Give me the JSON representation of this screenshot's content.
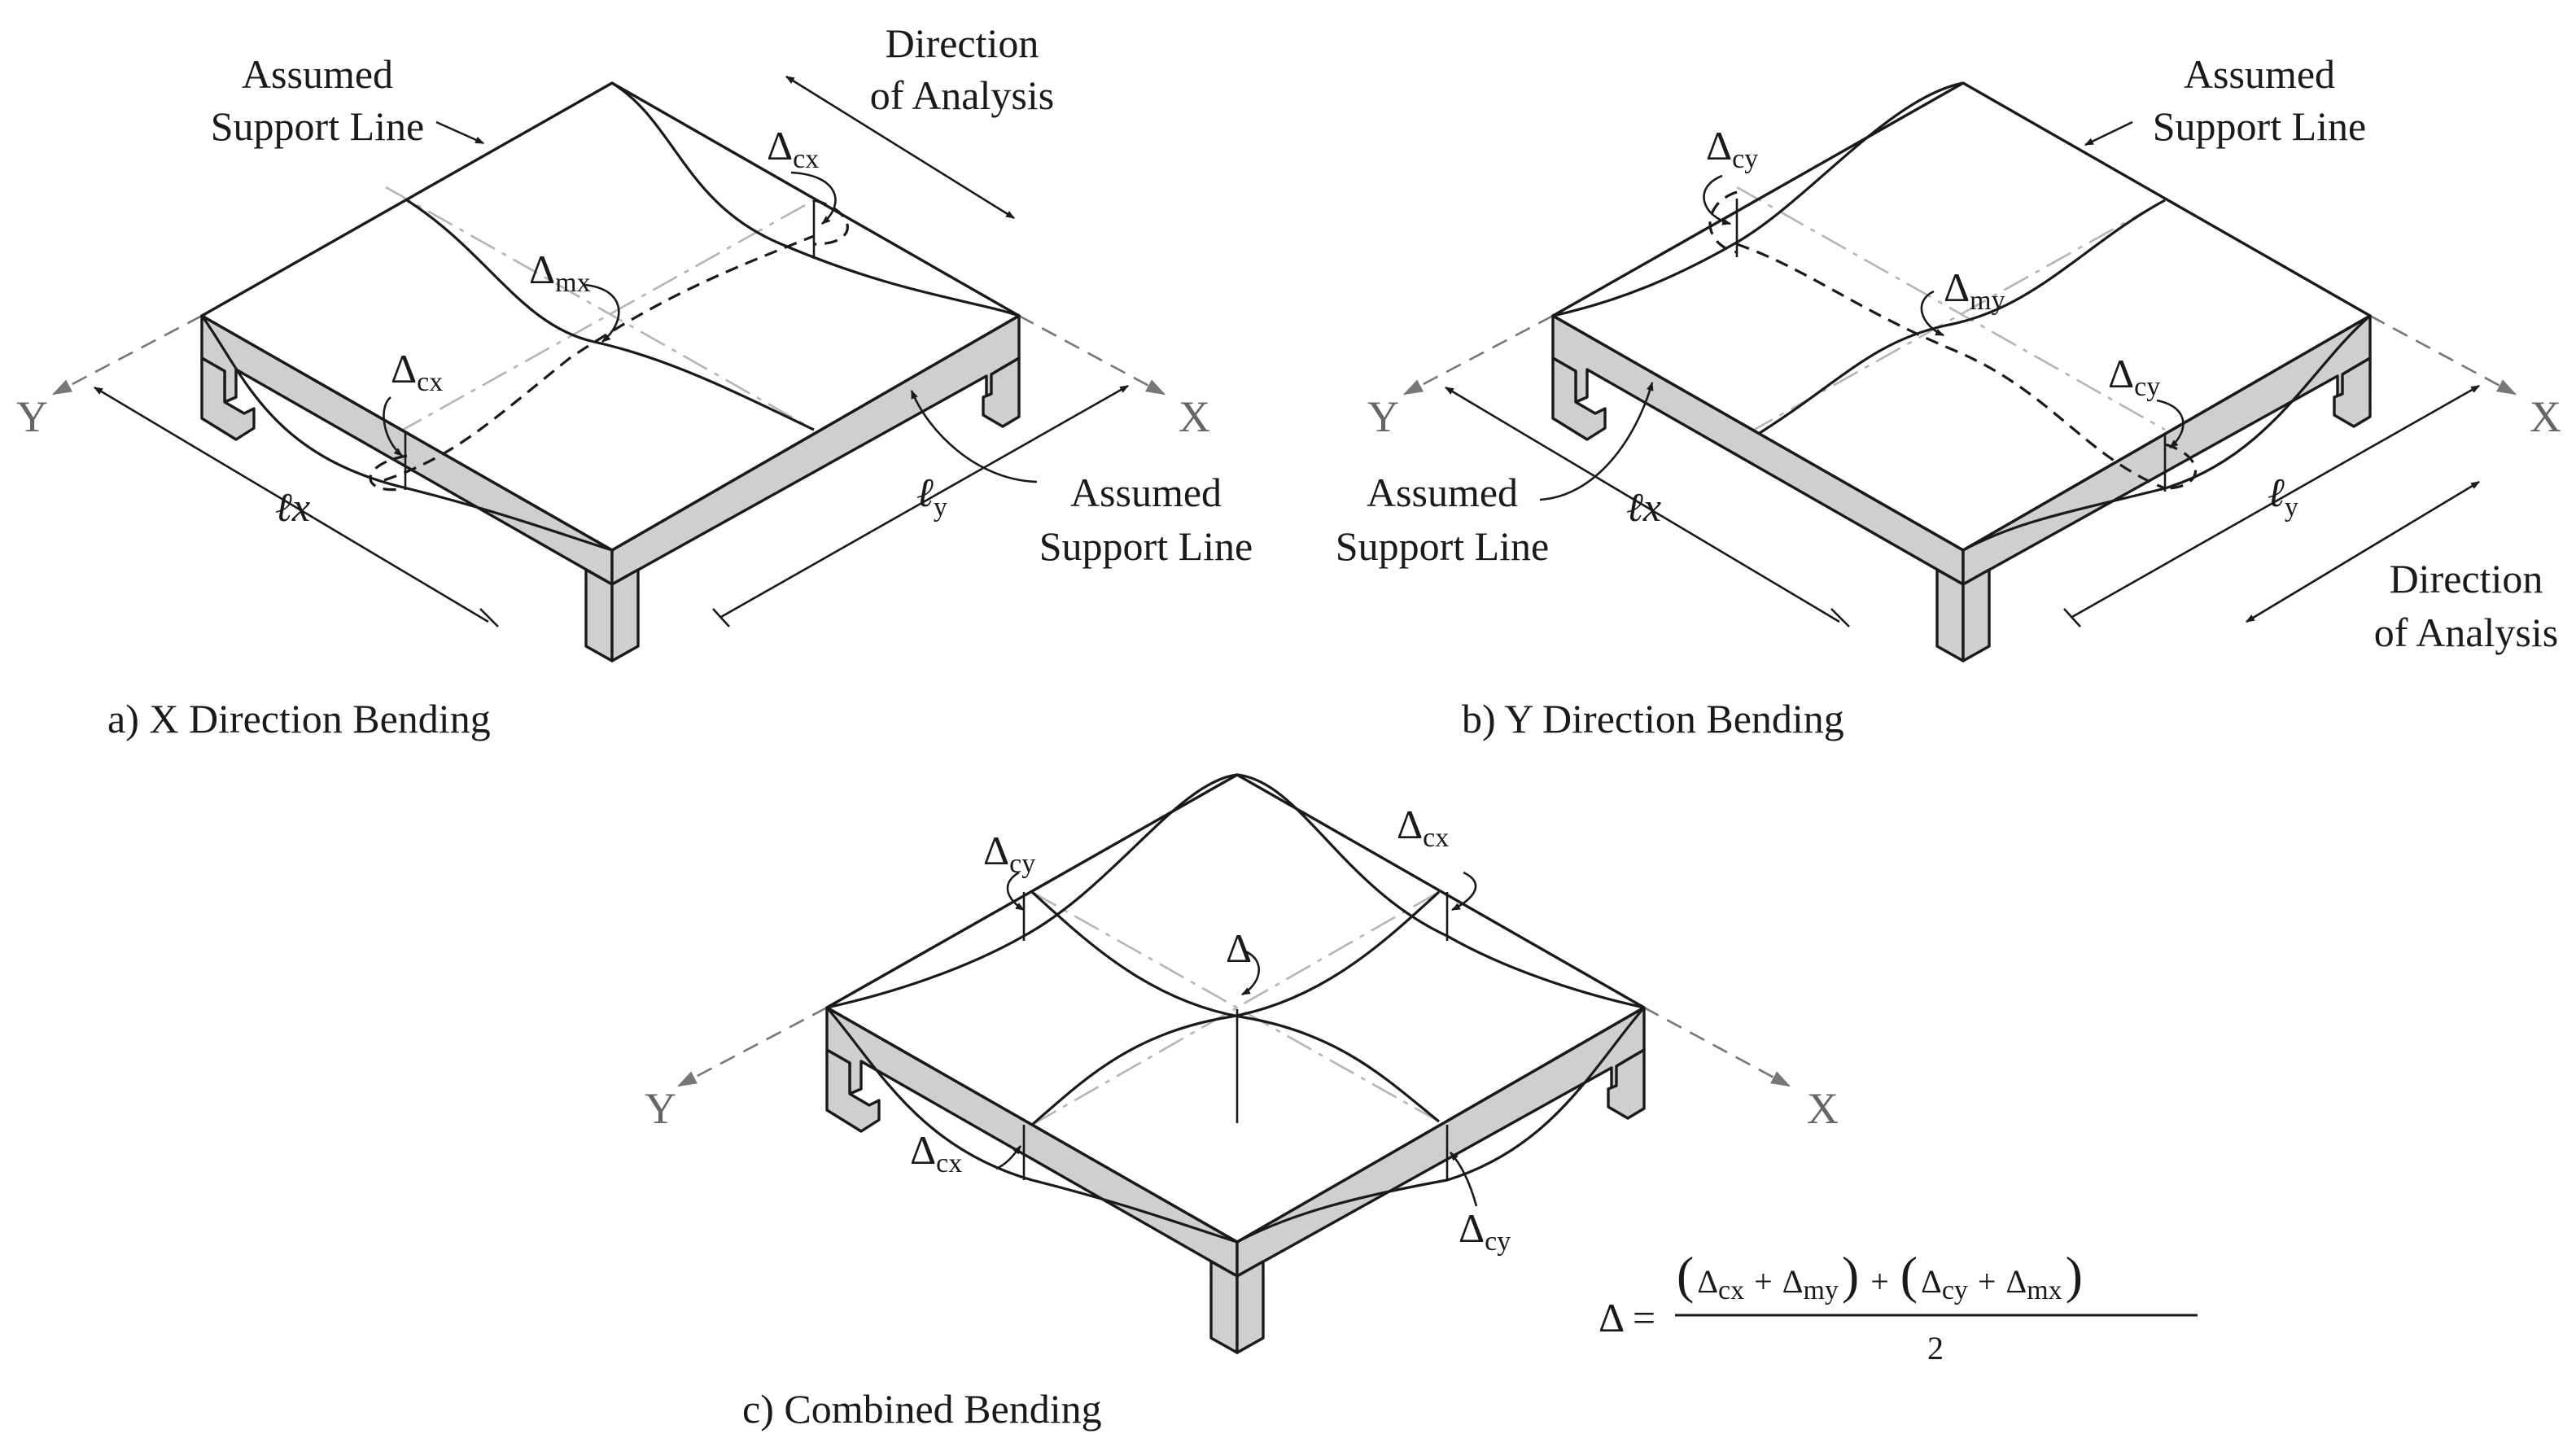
{
  "panels": {
    "a": {
      "caption": "a) X Direction Bending",
      "support_top_label": [
        "Assumed",
        "Support Line"
      ],
      "support_bottom_label": [
        "Assumed",
        "Support Line"
      ],
      "direction_label": [
        "Direction",
        "of Analysis"
      ],
      "delta_cx_top": {
        "sym": "Δ",
        "sub": "cx"
      },
      "delta_mx": {
        "sym": "Δ",
        "sub": "mx"
      },
      "delta_cx_bottom": {
        "sym": "Δ",
        "sub": "cx"
      },
      "span_x": {
        "sym": "ℓ",
        "sub": "x"
      },
      "span_y": {
        "sym": "ℓ",
        "sub": "y"
      },
      "axis_y": "Y",
      "axis_x": "X"
    },
    "b": {
      "caption": "b) Y Direction Bending",
      "support_top_label": [
        "Assumed",
        "Support Line"
      ],
      "support_bottom_label": [
        "Assumed",
        "Support Line"
      ],
      "direction_label": [
        "Direction",
        "of Analysis"
      ],
      "delta_cy_top": {
        "sym": "Δ",
        "sub": "cy"
      },
      "delta_my": {
        "sym": "Δ",
        "sub": "my"
      },
      "delta_cy_right": {
        "sym": "Δ",
        "sub": "cy"
      },
      "span_x": {
        "sym": "ℓ",
        "sub": "x"
      },
      "span_y": {
        "sym": "ℓ",
        "sub": "y"
      },
      "axis_y": "Y",
      "axis_x": "X"
    },
    "c": {
      "caption": "c) Combined Bending",
      "delta_cy_top": {
        "sym": "Δ",
        "sub": "cy"
      },
      "delta_cx_top": {
        "sym": "Δ",
        "sub": "cx"
      },
      "delta_center": "Δ",
      "delta_cx_bottom": {
        "sym": "Δ",
        "sub": "cx"
      },
      "delta_cy_bottom": {
        "sym": "Δ",
        "sub": "cy"
      },
      "axis_y": "Y",
      "axis_x": "X"
    }
  },
  "equation": {
    "lhs": "Δ =",
    "numerator": {
      "open1": "(",
      "d1": "Δ",
      "s1": "cx",
      "plus1": "+",
      "d2": "Δ",
      "s2": "my",
      "close1": ")",
      "plus_mid": "+",
      "open2": "(",
      "d3": "Δ",
      "s3": "cy",
      "plus2": "+",
      "d4": "Δ",
      "s4": "mx",
      "close2": ")"
    },
    "denominator": "2"
  }
}
